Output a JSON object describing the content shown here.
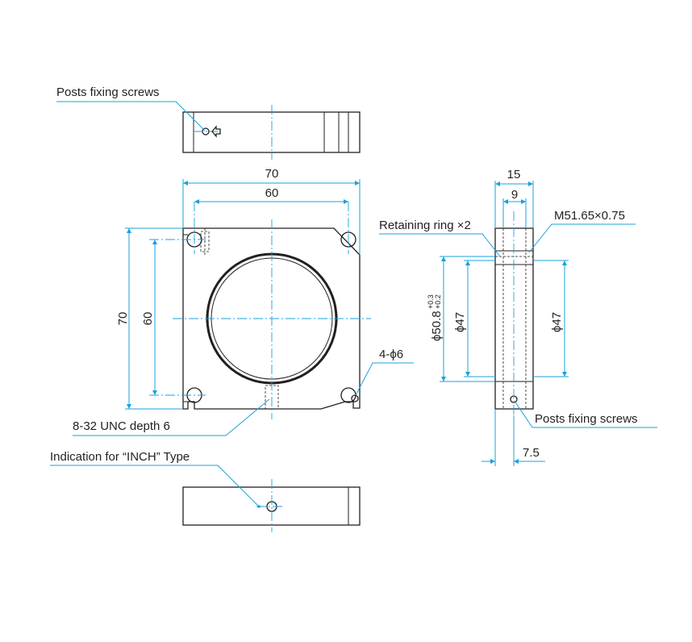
{
  "colors": {
    "linework": "#231f20",
    "dimension": "#1ba1dc",
    "background": "#ffffff"
  },
  "labels": {
    "posts_fixing_screws_top": "Posts fixing screws",
    "posts_fixing_screws_side": "Posts fixing screws",
    "retaining_ring": "Retaining ring ×2",
    "thread_spec": "M51.65×0.75",
    "holes": "4-ϕ6",
    "unc_thread": "8-32 UNC depth 6",
    "inch_indication": "Indication for “INCH” Type"
  },
  "dimensions": {
    "width_outer": "70",
    "width_inner": "60",
    "height_outer": "70",
    "height_inner": "60",
    "side_width": "15",
    "side_inner": "9",
    "side_offset": "7.5",
    "diameter_main": "ϕ50.8",
    "tol_plus": "+0.3",
    "tol_minus": "+0.2",
    "diameter_left": "ϕ47",
    "diameter_right": "ϕ47"
  }
}
